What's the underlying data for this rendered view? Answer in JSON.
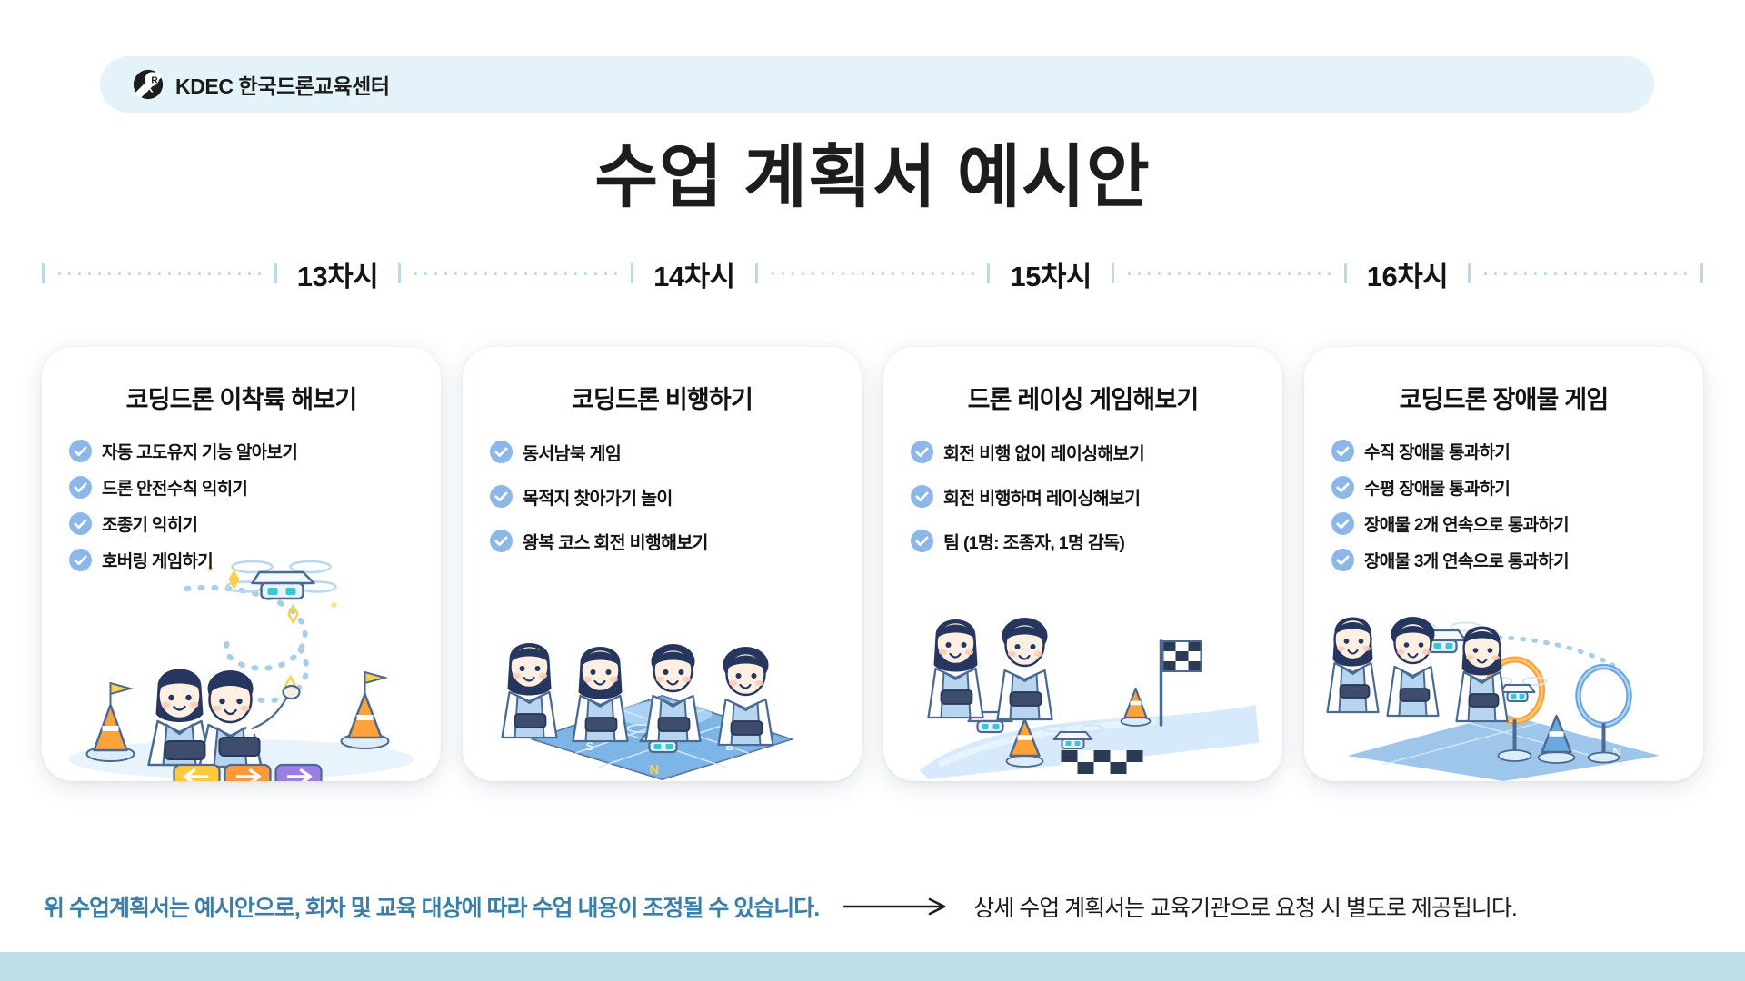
{
  "header": {
    "logo_icon": "kdec-kr-logo-icon",
    "brand_name": "KDEC 한국드론교육센터",
    "pill_color": "#e4f2f9"
  },
  "page_title": "수업 계획서 예시안",
  "sessions": [
    {
      "label": "13차시"
    },
    {
      "label": "14차시"
    },
    {
      "label": "15차시"
    },
    {
      "label": "16차시"
    }
  ],
  "cards": [
    {
      "title": "코딩드론 이착륙 해보기",
      "items": [
        "자동 고도유지 기능 알아보기",
        "드론 안전수칙 익히기",
        "조종기 익히기",
        "호버링 게임하기"
      ],
      "illustration": "two-students-hovering-drone-cones-arrow-blocks"
    },
    {
      "title": "코딩드론 비행하기",
      "items": [
        "동서남북 게임",
        "목적지 찾아가기 놀이",
        "왕복 코스 회전 비행해보기"
      ],
      "illustration": "four-students-compass-grid-mat-drone"
    },
    {
      "title": "드론 레이싱 게임해보기",
      "items": [
        "회전 비행 없이 레이싱해보기",
        "회전 비행하며 레이싱해보기",
        "팀 (1명: 조종자, 1명 감독)"
      ],
      "illustration": "two-students-racing-track-checkered-flag-drones"
    },
    {
      "title": "코딩드론 장애물 게임",
      "items": [
        "수직 장애물 통과하기",
        "수평 장애물 통과하기",
        "장애물 2개 연속으로 통과하기",
        "장애물 3개 연속으로 통과하기"
      ],
      "illustration": "three-students-obstacle-rings-drones"
    }
  ],
  "footer": {
    "note": "위 수업계획서는 예시안으로, 회차 및 교육 대상에 따라 수업 내용이 조정될 수 있습니다.",
    "arrow_icon": "long-right-arrow-icon",
    "detail": "상세 수업 계획서는 교육기관으로 요청 시 별도로 제공됩니다."
  },
  "colors": {
    "accent_blue": "#3b7fa8",
    "check_blue": "#8db7e8",
    "rail_blue": "#bcd9e8",
    "bottom_bar": "#bfdfe8"
  }
}
